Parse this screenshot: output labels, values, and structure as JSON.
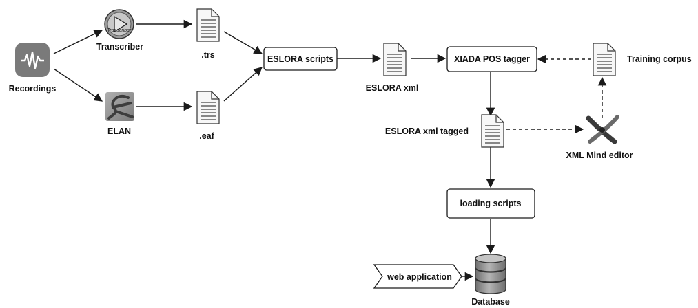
{
  "nodes": {
    "recordings": "Recordings",
    "transcriber": "Transcriber",
    "transcriber_logo": "Transcriber",
    "elan": "ELAN",
    "trs": ".trs",
    "eaf": ".eaf",
    "eslora_scripts": "ESLORA scripts",
    "eslora_xml": "ESLORA xml",
    "xiada": "XIADA POS tagger",
    "training_corpus": "Training corpus",
    "eslora_xml_tagged": "ESLORA xml tagged",
    "xml_mind_editor": "XML Mind editor",
    "loading_scripts": "loading scripts",
    "web_application": "web application",
    "database": "Database"
  },
  "edges": [
    {
      "from": "Recordings",
      "to": "Transcriber",
      "style": "solid"
    },
    {
      "from": "Recordings",
      "to": "ELAN",
      "style": "solid"
    },
    {
      "from": "Transcriber",
      "to": ".trs",
      "style": "solid"
    },
    {
      "from": "ELAN",
      "to": ".eaf",
      "style": "solid"
    },
    {
      "from": ".trs",
      "to": "ESLORA scripts",
      "style": "solid"
    },
    {
      "from": ".eaf",
      "to": "ESLORA scripts",
      "style": "solid"
    },
    {
      "from": "ESLORA scripts",
      "to": "ESLORA xml",
      "style": "solid"
    },
    {
      "from": "ESLORA xml",
      "to": "XIADA POS tagger",
      "style": "solid"
    },
    {
      "from": "Training corpus",
      "to": "XIADA POS tagger",
      "style": "dashed"
    },
    {
      "from": "XIADA POS tagger",
      "to": "ESLORA xml tagged",
      "style": "solid"
    },
    {
      "from": "ESLORA xml tagged",
      "to": "XML Mind editor",
      "style": "dashed"
    },
    {
      "from": "XML Mind editor",
      "to": "Training corpus",
      "style": "dashed"
    },
    {
      "from": "ESLORA xml tagged",
      "to": "loading scripts",
      "style": "solid"
    },
    {
      "from": "loading scripts",
      "to": "Database",
      "style": "solid"
    },
    {
      "from": "web application",
      "to": "Database",
      "style": "solid"
    }
  ],
  "colors": {
    "line": "#1a1a1a",
    "doc_fill": "#f7f7f7",
    "app_icon_bg": "#7a7a7a",
    "db_fill": "#8f8f8f"
  }
}
